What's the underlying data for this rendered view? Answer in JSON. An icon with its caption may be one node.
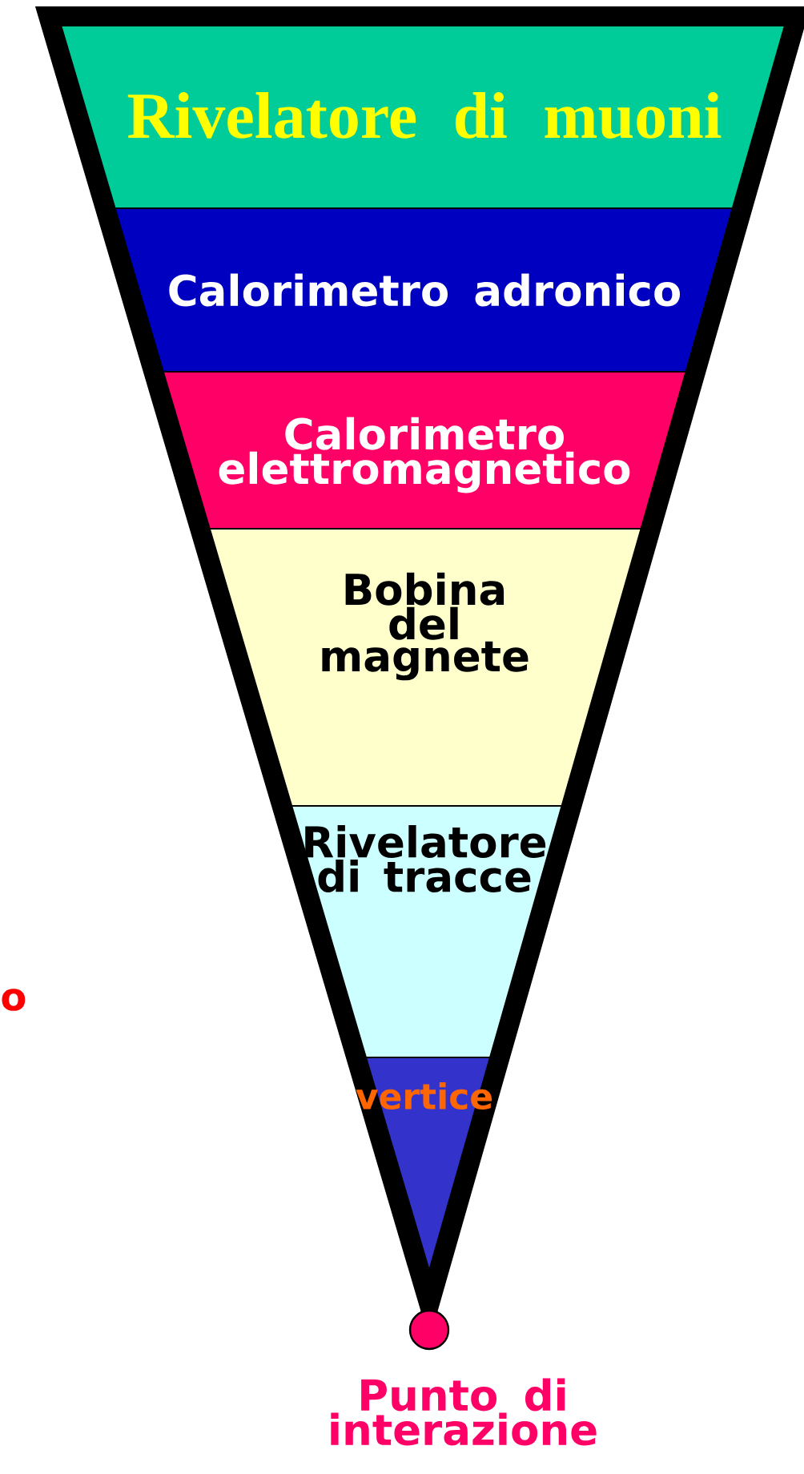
{
  "diagram": {
    "nodes": [
      {
        "text": [
          "Rivelatore di muoni"
        ]
      },
      {
        "text": [
          "Calorimetro adronico"
        ]
      },
      {
        "text": [
          "Calorimetro elettromagnetico"
        ]
      },
      {
        "text": [
          "Bobina del magnete"
        ]
      },
      {
        "text": [
          "Rivelatore di tracce"
        ]
      },
      {
        "text": [
          "vertice"
        ]
      },
      {
        "text": [],
        "shape": "circle",
        "beside": [
          "Punto di interazione"
        ]
      }
    ],
    "labels": [
      "o"
    ]
  }
}
